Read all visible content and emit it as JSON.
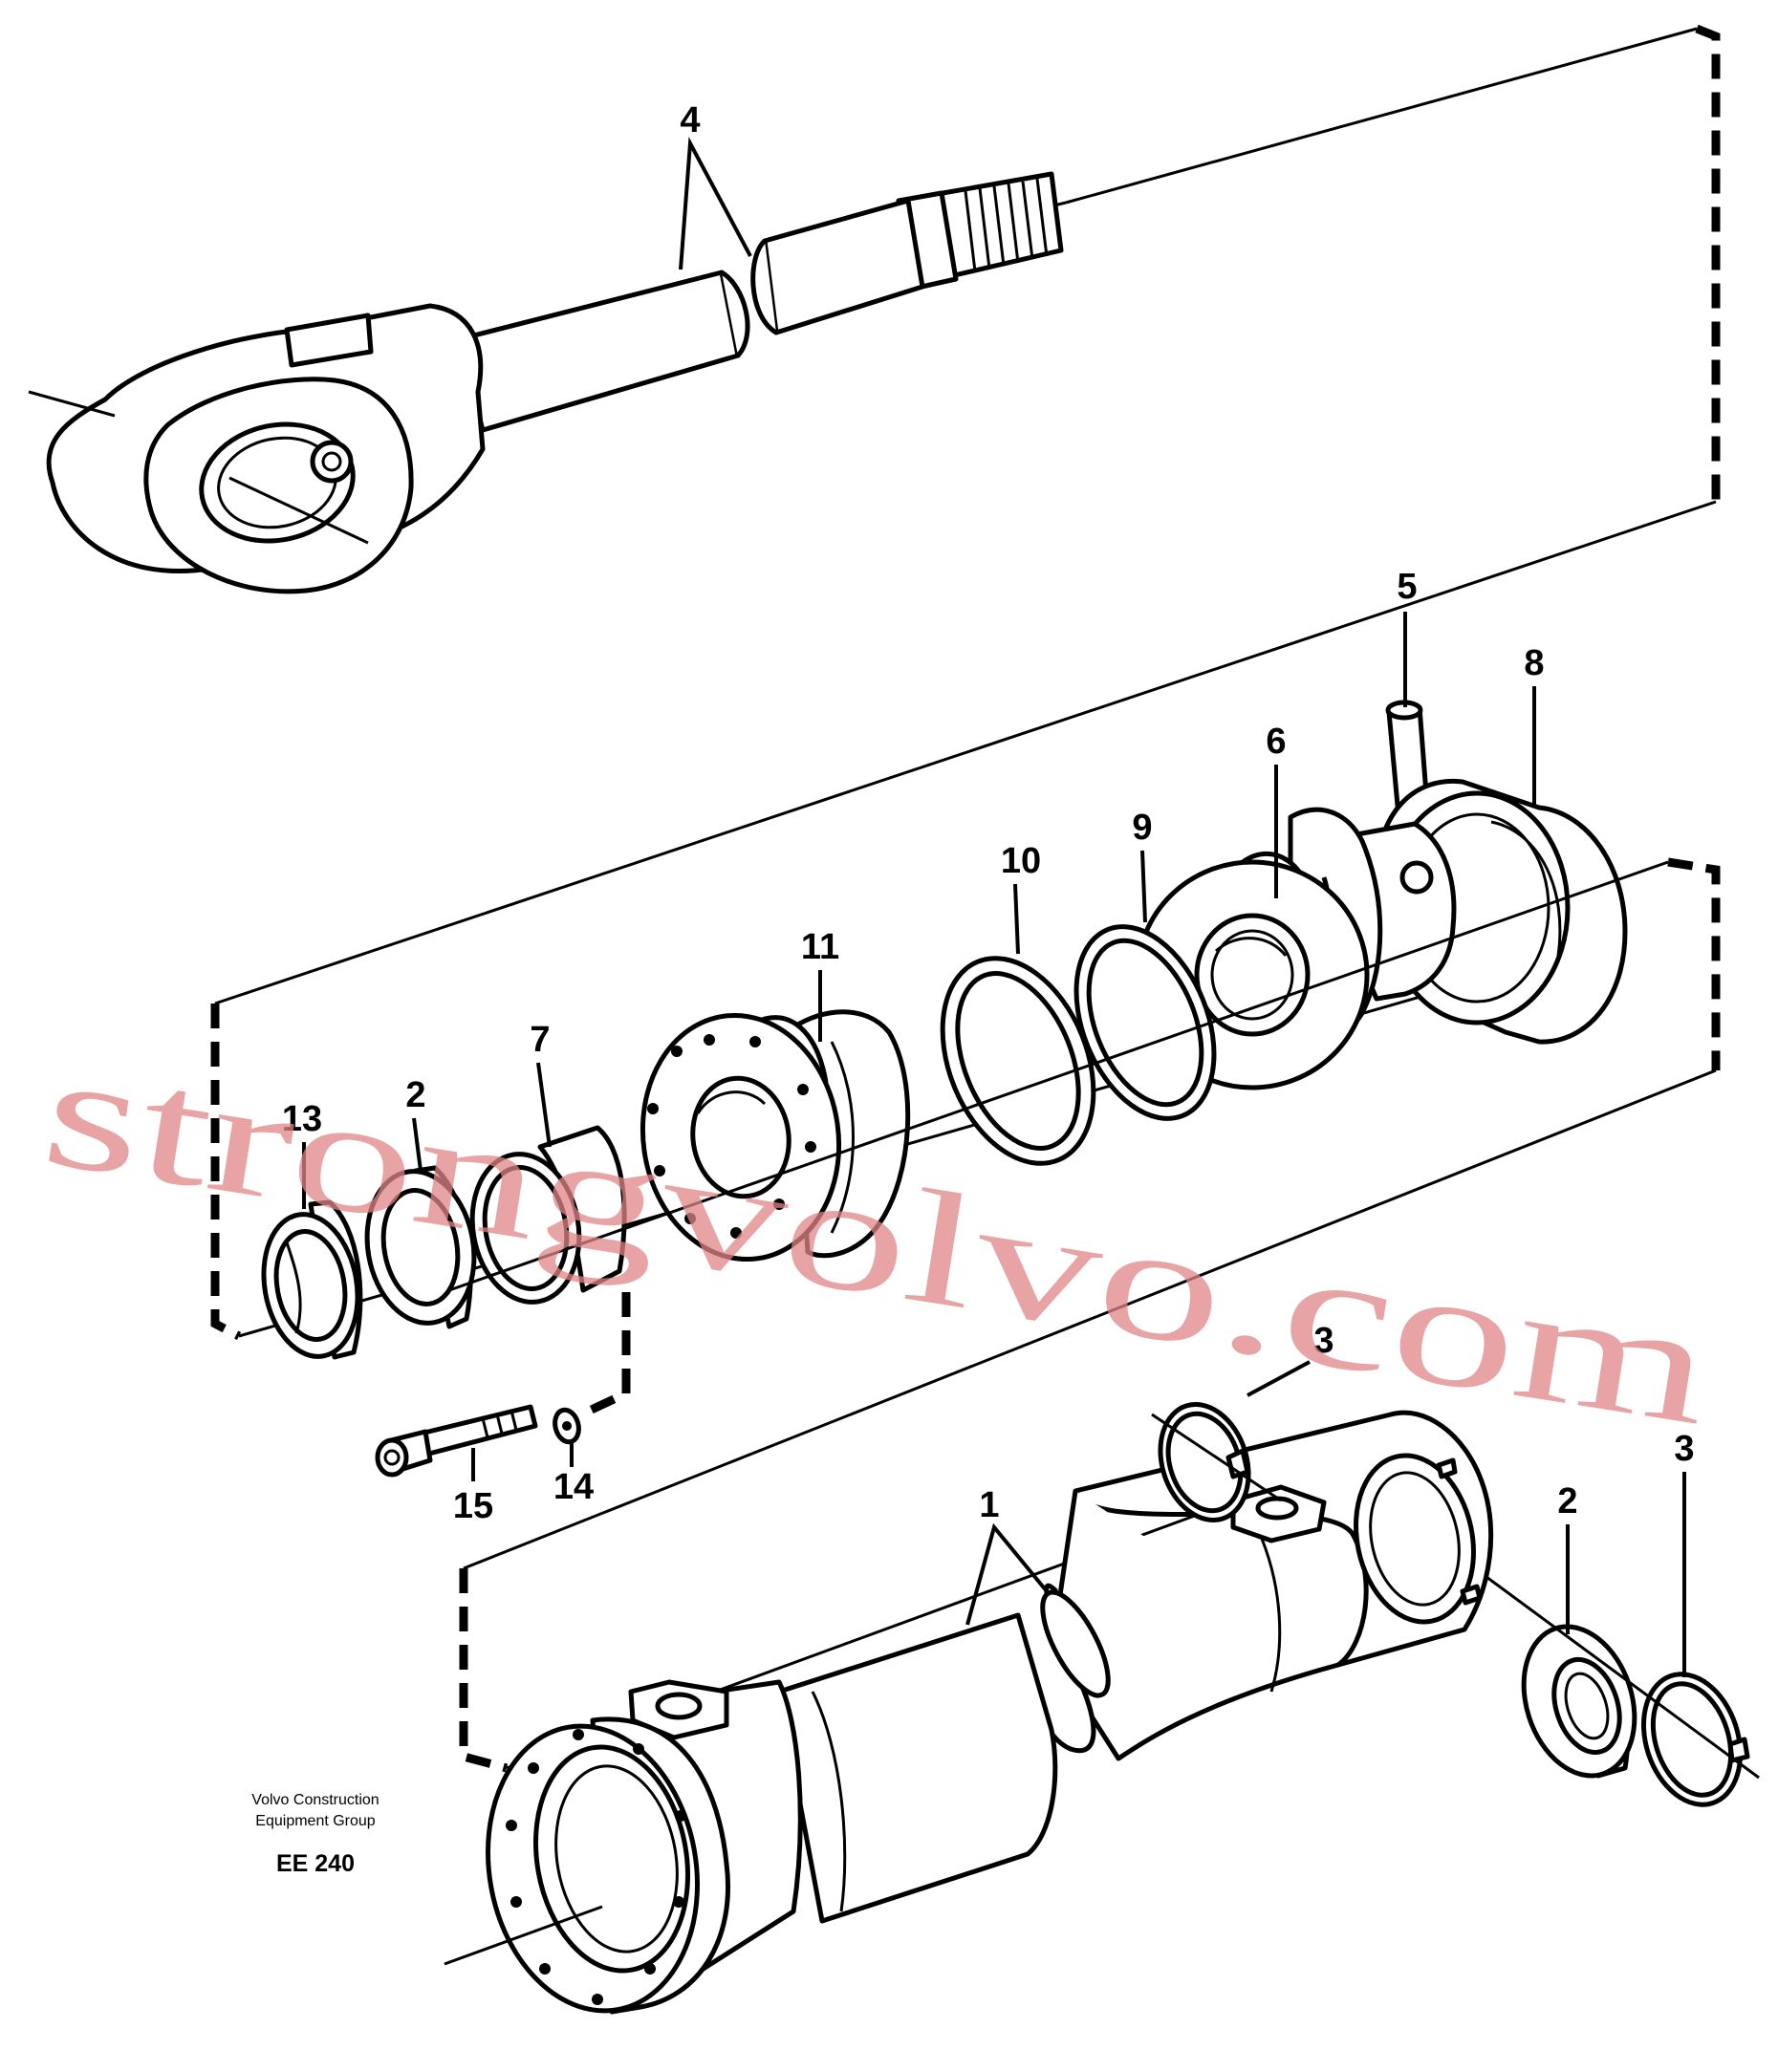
{
  "diagram": {
    "callouts": [
      "4",
      "5",
      "8",
      "6",
      "9",
      "10",
      "11",
      "7",
      "2",
      "13",
      "3",
      "14",
      "15",
      "1",
      "2",
      "3"
    ],
    "footer": {
      "line1": "Volvo Construction",
      "line2": "Equipment Group",
      "code": "EE 240"
    },
    "watermark": "strongvolvo.com"
  }
}
